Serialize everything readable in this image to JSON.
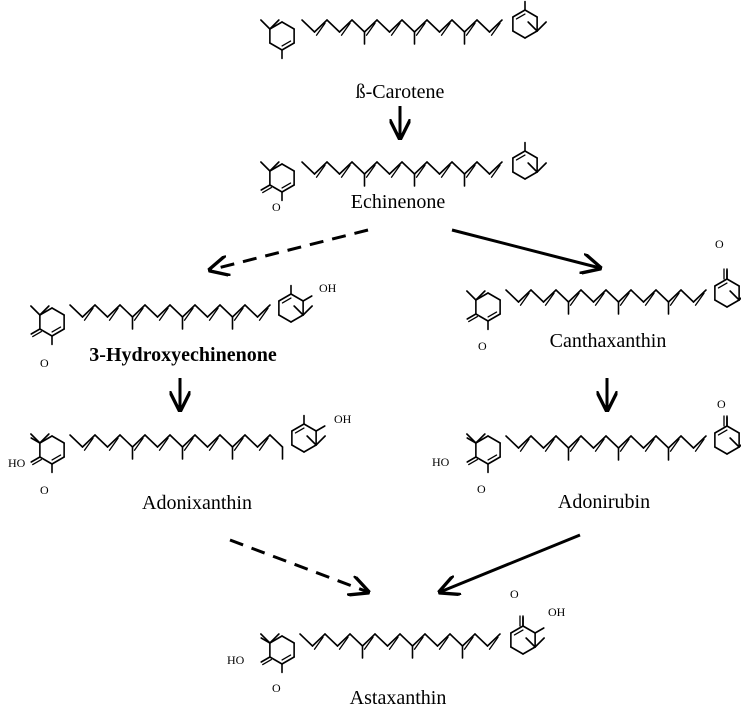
{
  "compounds": {
    "beta_carotene": "ß-Carotene",
    "echinenone": "Echinenone",
    "hydroxyechinenone": "3-Hydroxyechinenone",
    "canthaxanthin": "Canthaxanthin",
    "adonixanthin": "Adonixanthin",
    "adonirubin": "Adonirubin",
    "astaxanthin": "Astaxanthin"
  },
  "substituents": {
    "oxo": "O",
    "hydroxy_right": "OH",
    "hydroxy_left": "HO"
  },
  "arrows": [
    {
      "from": "beta_carotene",
      "to": "echinenone",
      "style": "solid"
    },
    {
      "from": "echinenone",
      "to": "hydroxyechinenone",
      "style": "dashed"
    },
    {
      "from": "echinenone",
      "to": "canthaxanthin",
      "style": "solid"
    },
    {
      "from": "hydroxyechinenone",
      "to": "adonixanthin",
      "style": "solid"
    },
    {
      "from": "canthaxanthin",
      "to": "adonirubin",
      "style": "solid"
    },
    {
      "from": "adonixanthin",
      "to": "astaxanthin",
      "style": "dashed"
    },
    {
      "from": "adonirubin",
      "to": "astaxanthin",
      "style": "solid"
    }
  ]
}
